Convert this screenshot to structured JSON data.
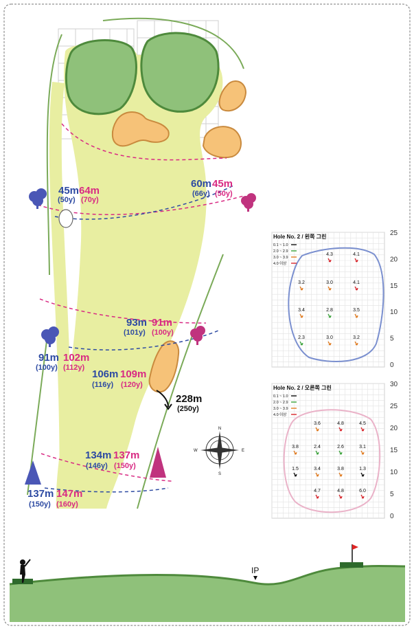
{
  "distances": [
    {
      "id": "d1",
      "m": "45m",
      "y": "(50y)",
      "m2": "64m",
      "y2": "(70y)"
    },
    {
      "id": "d2",
      "m": "60m",
      "y": "(66y)",
      "m2": "45m",
      "y2": "(50y)"
    },
    {
      "id": "d3",
      "m": "93m",
      "y": "(101y)",
      "m2": "91m",
      "y2": "(100y)"
    },
    {
      "id": "d4",
      "m": "91m",
      "y": "(100y)",
      "m2": "102m",
      "y2": "(112y)"
    },
    {
      "id": "d5",
      "m": "106m",
      "y": "(116y)",
      "m2": "109m",
      "y2": "(120y)"
    },
    {
      "id": "d6",
      "m": "228m",
      "y": "(250y)"
    },
    {
      "id": "d7",
      "m": "134m",
      "y": "(146y)",
      "m2": "137m",
      "y2": "(150y)"
    },
    {
      "id": "d8",
      "m": "137m",
      "y": "(150y)",
      "m2": "147m",
      "y2": "(160y)"
    }
  ],
  "left_green": {
    "title": "Hole No. 2 / 왼쪽 그린",
    "legend": [
      "0.1 ~ 1.0",
      "2.0 ~ 2.9",
      "3.0 ~ 3.9",
      "4.0 이상"
    ],
    "y_ticks": [
      "25",
      "20",
      "15",
      "10",
      "5",
      "0"
    ],
    "slopes": [
      "4.3",
      "4.1",
      "3.2",
      "3.0",
      "4.1",
      "3.4",
      "2.8",
      "3.5",
      "2.3",
      "3.0",
      "3.2"
    ]
  },
  "right_green": {
    "title": "Hole No. 2 / 오른쪽 그린",
    "legend": [
      "0.1 ~ 1.0",
      "2.0 ~ 2.9",
      "3.0 ~ 3.9",
      "4.0 이상"
    ],
    "y_ticks": [
      "30",
      "25",
      "20",
      "15",
      "10",
      "5",
      "0"
    ],
    "slopes": [
      "3.6",
      "4.8",
      "4.5",
      "3.8",
      "2.4",
      "2.6",
      "3.1",
      "1.5",
      "3.4",
      "3.8",
      "1.3",
      "4.7",
      "4.8",
      "6.0"
    ]
  },
  "profile": {
    "ip_label": "IP"
  },
  "compass": {
    "n": "N",
    "s": "S",
    "e": "E",
    "w": "W"
  },
  "colors": {
    "fairway": "#e8eea1",
    "green": "#8fc17a",
    "bunker": "#f6c278",
    "meters": "#2d4aa2",
    "yards": "#d82a83",
    "grid": "#cfcfcf"
  }
}
